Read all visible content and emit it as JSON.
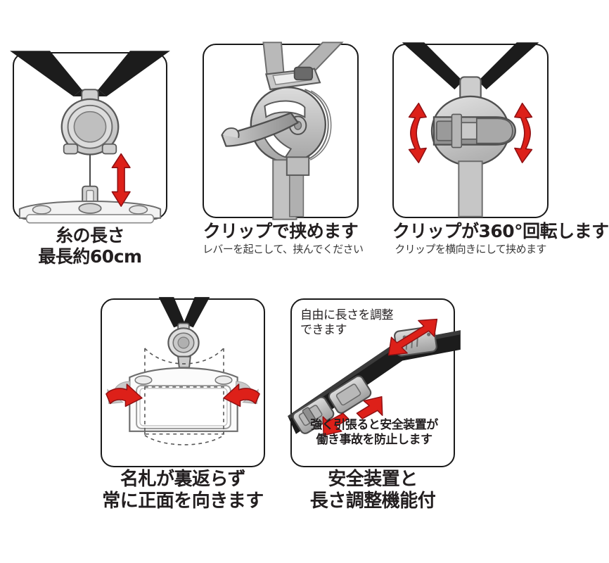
{
  "document": {
    "title": "ネックストラップ 名札ホルダー 機能説明図",
    "language": "ja",
    "background_color": "#ffffff",
    "accent_red": "#dd2019",
    "accent_red_dark": "#a3151a",
    "gray_light": "#d9d9d9",
    "gray_mid": "#b3b3b3",
    "gray_dark": "#808080",
    "outline": "#4d4d4d",
    "cord_black": "#1a1a1a"
  },
  "panels": [
    {
      "id": "reel-length",
      "index": 1,
      "caption_main_line1": "糸の長さ",
      "caption_main_line2": "最長約60cm",
      "icons": [
        "reel-badge-holder-illustration",
        "vertical-double-arrow-icon"
      ]
    },
    {
      "id": "clip-attach",
      "index": 2,
      "caption_main": "クリップで挟めます",
      "caption_sub": "レバーを起こして、挟んでください",
      "icons": [
        "clip-lever-illustration"
      ]
    },
    {
      "id": "clip-rotate",
      "index": 3,
      "caption_main": "クリップが360°回転します",
      "caption_sub": "クリップを横向きにして挟めます",
      "icons": [
        "rotating-clip-illustration",
        "curved-rotation-arrow-left-icon",
        "curved-rotation-arrow-right-icon"
      ]
    },
    {
      "id": "badge-front-facing",
      "index": 4,
      "caption_main_line1": "名札が裏返らず",
      "caption_main_line2": "常に正面を向きます",
      "icons": [
        "badge-card-holder-illustration",
        "inward-arrow-left-icon",
        "inward-arrow-right-icon",
        "dashed-rotation-outline"
      ]
    },
    {
      "id": "safety-buckle",
      "index": 5,
      "caption_main_line1": "安全装置と",
      "caption_main_line2": "長さ調整機能付",
      "inpanel_top_line1": "自由に長さを調整",
      "inpanel_top_line2": "できます",
      "inpanel_bottom_line1": "強く引張ると安全装置が",
      "inpanel_bottom_line2": "働き事故を防止します",
      "icons": [
        "strap-buckle-illustration",
        "diagonal-double-arrow-icon",
        "safety-release-arrow-icon"
      ]
    }
  ]
}
